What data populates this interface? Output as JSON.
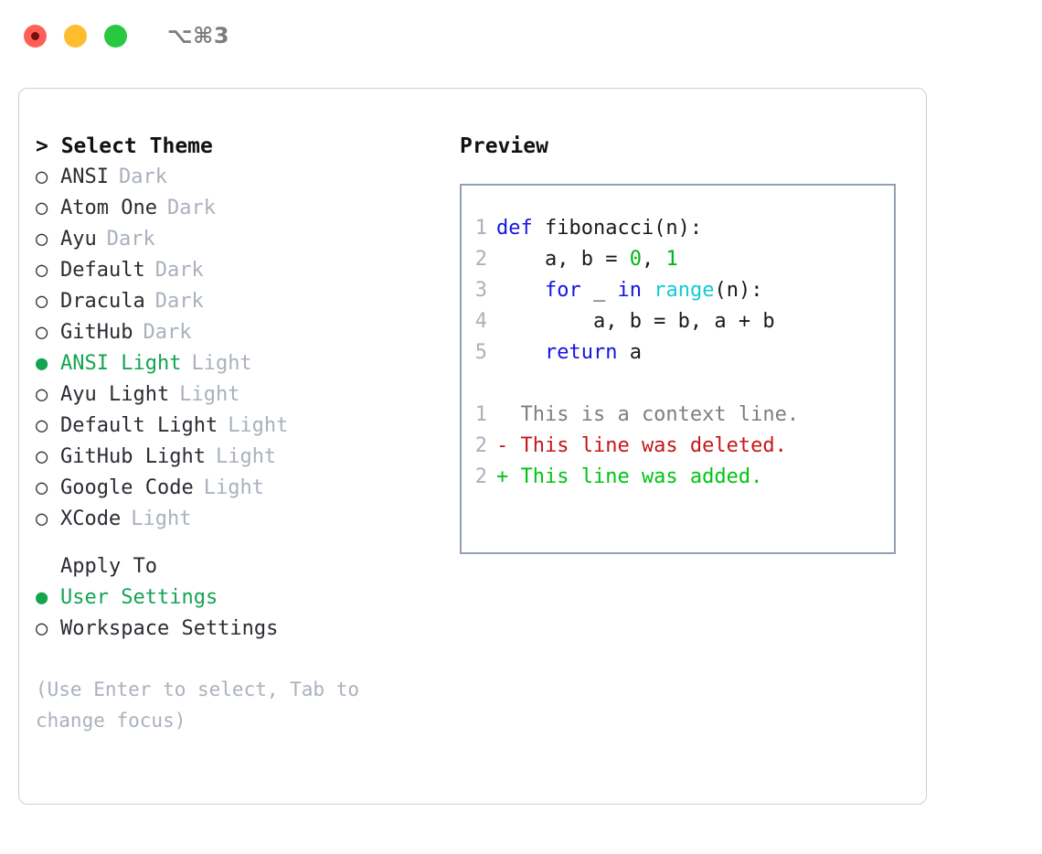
{
  "titlebar": {
    "shortcut": "⌥⌘3",
    "buttons": [
      {
        "name": "close",
        "color": "#ff5f57"
      },
      {
        "name": "minimize",
        "color": "#febc2e"
      },
      {
        "name": "maximize",
        "color": "#28c840"
      }
    ]
  },
  "theme_list": {
    "header": "> Select Theme",
    "items": [
      {
        "marker": "○",
        "label": "ANSI",
        "tag": "Dark",
        "selected": false
      },
      {
        "marker": "○",
        "label": "Atom One",
        "tag": "Dark",
        "selected": false
      },
      {
        "marker": "○",
        "label": "Ayu",
        "tag": "Dark",
        "selected": false
      },
      {
        "marker": "○",
        "label": "Default",
        "tag": "Dark",
        "selected": false
      },
      {
        "marker": "○",
        "label": "Dracula",
        "tag": "Dark",
        "selected": false
      },
      {
        "marker": "○",
        "label": "GitHub",
        "tag": "Dark",
        "selected": false
      },
      {
        "marker": "●",
        "label": "ANSI Light",
        "tag": "Light",
        "selected": true
      },
      {
        "marker": "○",
        "label": "Ayu Light",
        "tag": "Light",
        "selected": false
      },
      {
        "marker": "○",
        "label": "Default Light",
        "tag": "Light",
        "selected": false
      },
      {
        "marker": "○",
        "label": "GitHub Light",
        "tag": "Light",
        "selected": false
      },
      {
        "marker": "○",
        "label": "Google Code",
        "tag": "Light",
        "selected": false
      },
      {
        "marker": "○",
        "label": "XCode",
        "tag": "Light",
        "selected": false
      }
    ]
  },
  "apply_to": {
    "header": "Apply To",
    "items": [
      {
        "marker": "●",
        "label": "User Settings",
        "selected": true
      },
      {
        "marker": "○",
        "label": "Workspace Settings",
        "selected": false
      }
    ]
  },
  "hint": "(Use Enter to select, Tab to change focus)",
  "preview": {
    "title": "Preview",
    "code_lines": [
      {
        "num": "1",
        "tokens": [
          {
            "t": "def ",
            "c": "kw"
          },
          {
            "t": "fibonacci(n):",
            "c": "txt"
          }
        ]
      },
      {
        "num": "2",
        "tokens": [
          {
            "t": "    a, b = ",
            "c": "txt"
          },
          {
            "t": "0",
            "c": "num"
          },
          {
            "t": ", ",
            "c": "txt"
          },
          {
            "t": "1",
            "c": "num"
          }
        ]
      },
      {
        "num": "3",
        "tokens": [
          {
            "t": "    ",
            "c": "txt"
          },
          {
            "t": "for",
            "c": "kw"
          },
          {
            "t": " _ ",
            "c": "txt"
          },
          {
            "t": "in",
            "c": "kw"
          },
          {
            "t": " ",
            "c": "txt"
          },
          {
            "t": "range",
            "c": "fn"
          },
          {
            "t": "(n):",
            "c": "txt"
          }
        ]
      },
      {
        "num": "4",
        "tokens": [
          {
            "t": "        a, b = b, a + b",
            "c": "txt"
          }
        ]
      },
      {
        "num": "5",
        "tokens": [
          {
            "t": "    ",
            "c": "txt"
          },
          {
            "t": "return",
            "c": "kw"
          },
          {
            "t": " a",
            "c": "txt"
          }
        ]
      }
    ],
    "diff_lines": [
      {
        "num": "1",
        "text": "  This is a context line.",
        "kind": "ctx"
      },
      {
        "num": "2",
        "text": "- This line was deleted.",
        "kind": "del"
      },
      {
        "num": "2",
        "text": "+ This line was added.",
        "kind": "add"
      }
    ]
  },
  "colors": {
    "accent_green": "#13a452",
    "muted": "#a9b1bd",
    "keyword": "#1414e0",
    "number": "#00b512",
    "function": "#11ccd4",
    "diff_deleted": "#c41818",
    "diff_added": "#00c413",
    "panel_border": "#c9ced6",
    "preview_border": "#94a0b2"
  }
}
